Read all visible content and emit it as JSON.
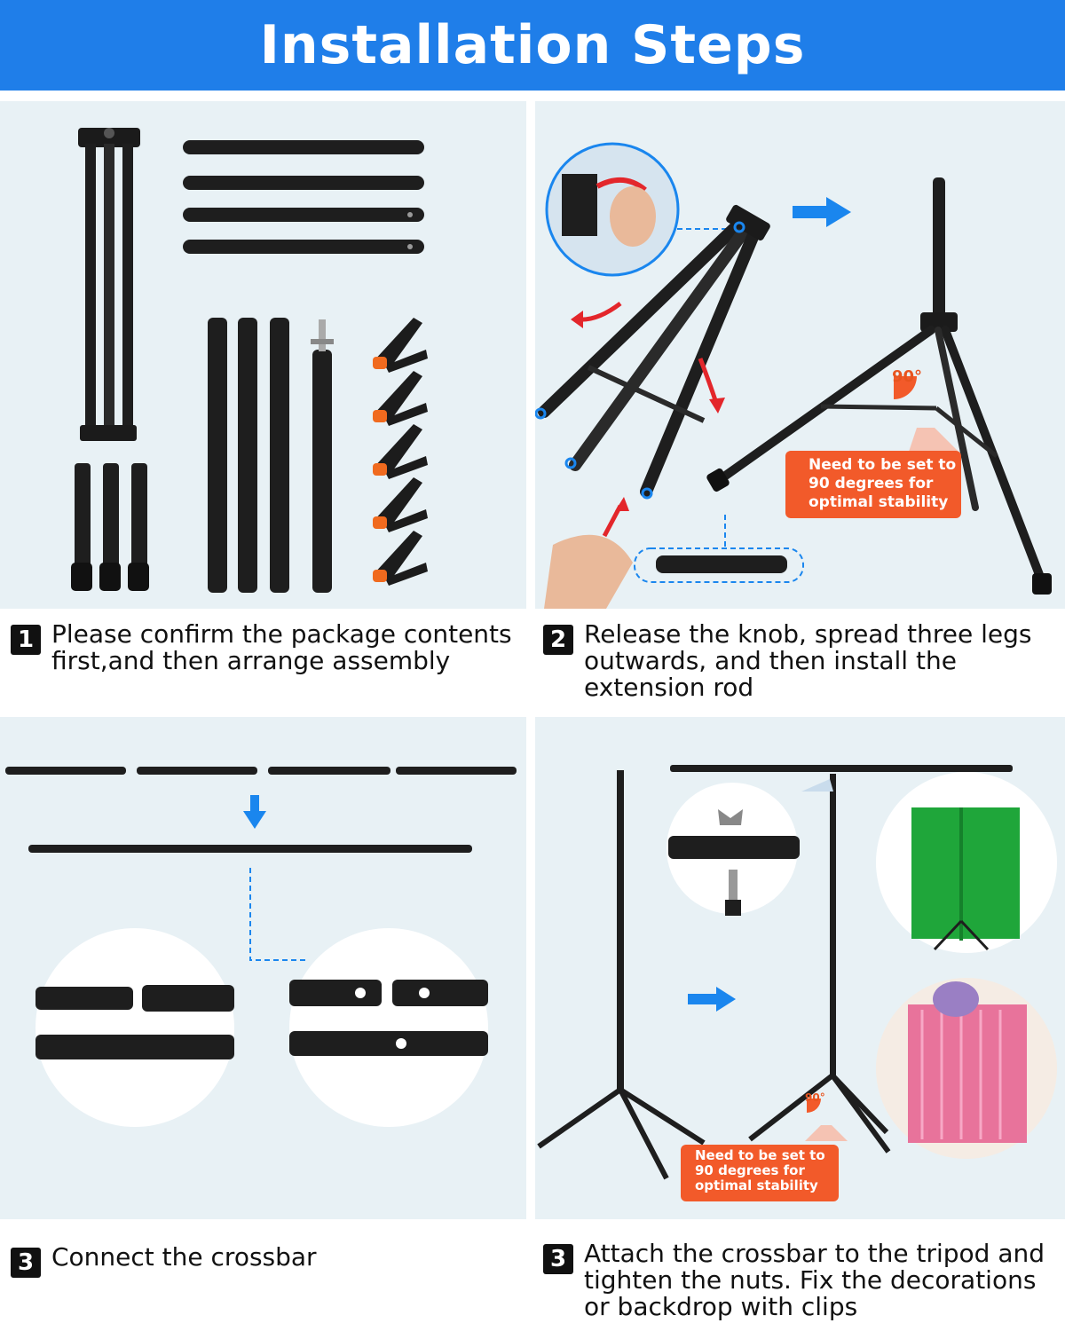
{
  "title": "Installation Steps",
  "steps": [
    {
      "number": "1",
      "text": "Please confirm the package contents first,and then arrange assembly"
    },
    {
      "number": "2",
      "text": "Release the knob, spread three legs outwards, and then install the extension rod"
    },
    {
      "number": "3",
      "text": "Connect the crossbar"
    },
    {
      "number": "3",
      "text": "Attach the crossbar to the tripod and tighten the nuts. Fix the decorations or backdrop with clips"
    }
  ],
  "notes": {
    "panel2": "Need to be set to 90 degrees for optimal stability",
    "panel4": "Need to be set to 90 degrees for optimal stability"
  },
  "angle_label": "90°",
  "colors": {
    "header_blue": "#1f7ee9",
    "panel_bg": "#e8f1f5",
    "note_orange": "#f25a2a",
    "arrow_blue": "#1a86ee",
    "arrow_red": "#e3262b",
    "clip_orange": "#f06a1e",
    "backdrop_green": "#1fa63a",
    "curtain_pink": "#e8739b"
  },
  "icons": [
    "arrow-right-icon",
    "arrow-down-icon",
    "curved-arrow-icon",
    "clip-icon",
    "wing-nut-icon"
  ]
}
